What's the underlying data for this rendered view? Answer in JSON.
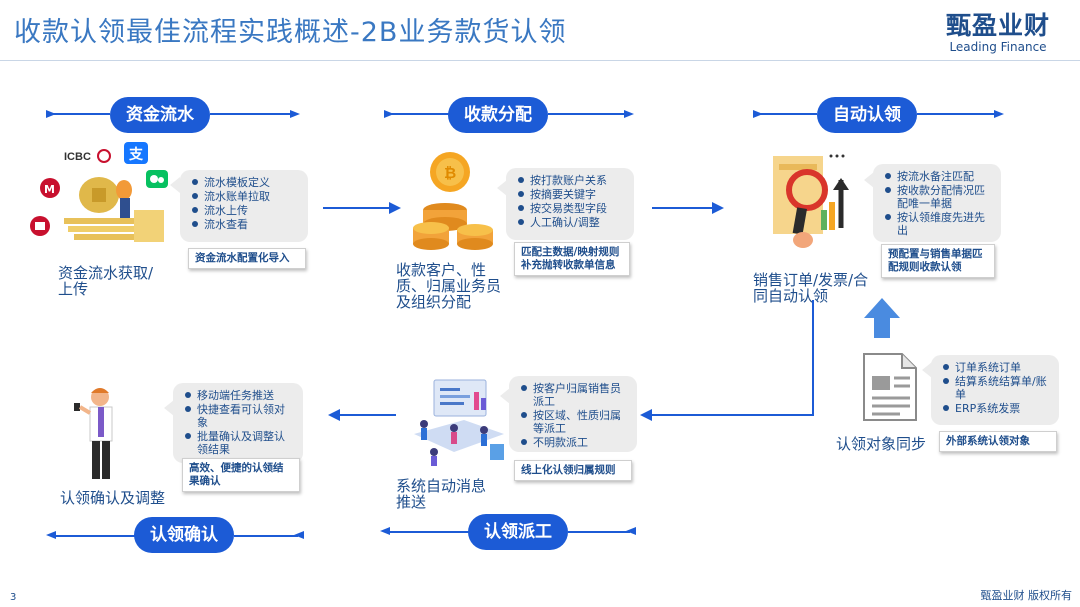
{
  "title": "收款认领最佳流程实践概述-2B业务款货认领",
  "logo": {
    "cn": "甄盈业财",
    "en": "Leading Finance"
  },
  "sections": {
    "fund_flow": {
      "header": "资金流水",
      "bank_logos": [
        "ICBC"
      ],
      "bullets": [
        "流水模板定义",
        "流水账单拉取",
        "流水上传",
        "流水查看"
      ],
      "tag": "资金流水配置化导入",
      "label": "资金流水获取/上传"
    },
    "allocation": {
      "header": "收款分配",
      "bullets": [
        "按打款账户关系",
        "按摘要关键字",
        "按交易类型字段",
        "人工确认/调整"
      ],
      "tag_lines": [
        "匹配主数据/映射规则",
        "补充抛转收款单信息"
      ],
      "label": "收款客户、性质、归属业务员及组织分配"
    },
    "auto_claim": {
      "header": "自动认领",
      "bullets": [
        "按流水备注匹配",
        "按收款分配情况匹配唯一单据",
        "按认领维度先进先出"
      ],
      "tag_lines": [
        "预配置与销售单据匹",
        "配规则收款认领"
      ],
      "label": "销售订单/发票/合同自动认领"
    },
    "sync": {
      "bullets": [
        "订单系统订单",
        "结算系统结算单/账单",
        "ERP系统发票"
      ],
      "tag": "外部系统认领对象",
      "label": "认领对象同步"
    },
    "dispatch": {
      "header": "认领派工",
      "bullets": [
        "按客户归属销售员派工",
        "按区域、性质归属等派工",
        "不明款派工"
      ],
      "tag": "线上化认领归属规则",
      "label": "系统自动消息推送"
    },
    "confirm": {
      "header": "认领确认",
      "bullets": [
        "移动端任务推送",
        "快捷查看可认领对象",
        "批量确认及调整认领结果"
      ],
      "tag_lines": [
        "高效、便捷的认领结",
        "果确认"
      ],
      "label": "认领确认及调整"
    }
  },
  "footer": {
    "page": "3",
    "copyright": "甄盈业财 版权所有"
  },
  "colors": {
    "accent": "#1c5bd6",
    "text": "#1f4e8c",
    "bubble": "#ececec"
  }
}
